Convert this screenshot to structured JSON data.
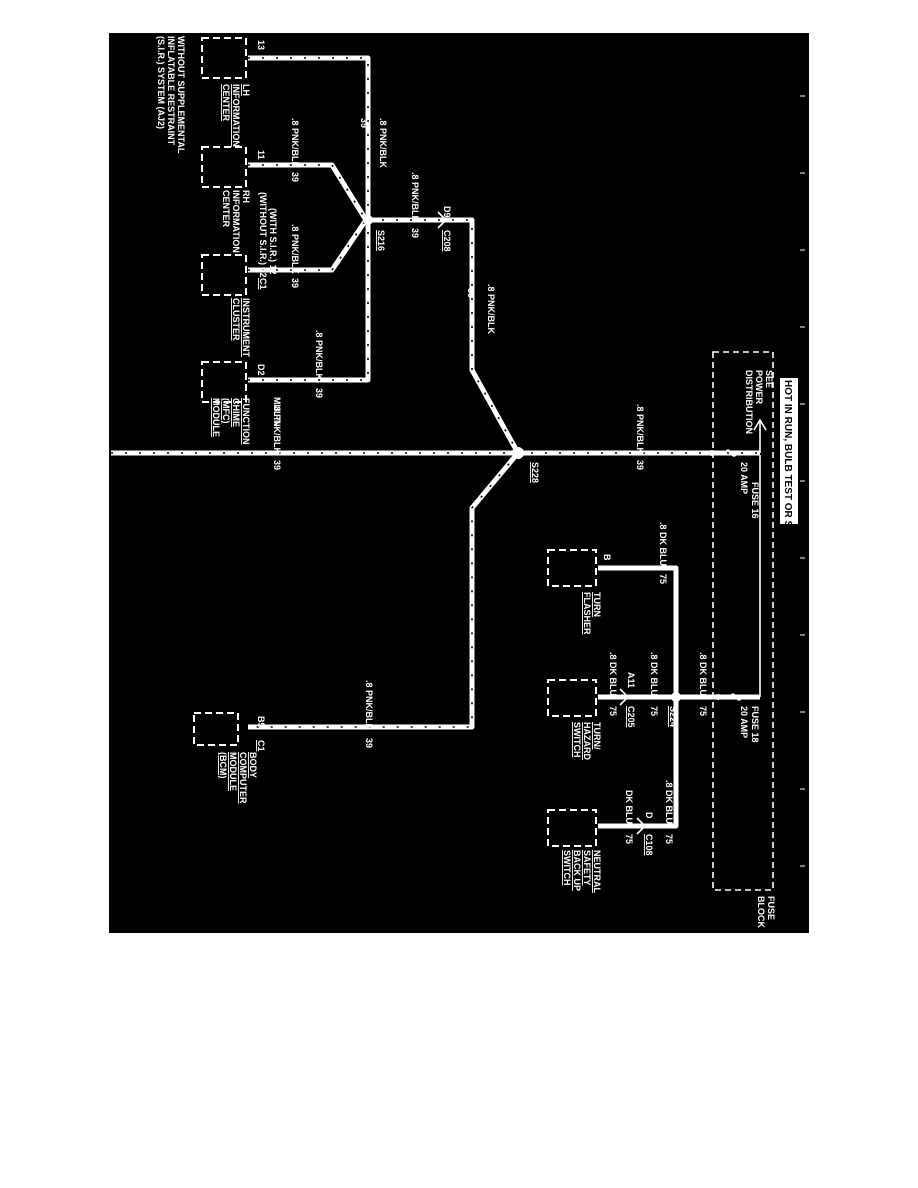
{
  "title_box": "HOT IN RUN, BULB TEST OR START",
  "note": [
    "WITHOUT SUPPLEMENTAL",
    "INFLATABLE RESTRAINT",
    "(S.I.R.) SYSTEM (AJ2)"
  ],
  "see_power": [
    "SEE",
    "POWER",
    "DISTRIBUTION"
  ],
  "fuse_block": [
    "FUSE",
    "BLOCK"
  ],
  "fuse16": {
    "name": "FUSE 16",
    "rating": "20 AMP"
  },
  "fuse18": {
    "name": "FUSE 18",
    "rating": "20 AMP"
  },
  "wire_pnk": ".8 PNK/BLK",
  "wire_pnk_circuit": "39",
  "wire_dkblu": ".8 DK BLU",
  "wire_dkblu_circuit": "75",
  "wire_dkblu_short": "DK BLU",
  "with_sir": "(WITH S.I.R.) 12",
  "without_sir": "(WITHOUT S.I.R.) 12",
  "splices": {
    "s216": "S216",
    "s228": "S228",
    "s224": "S224"
  },
  "connectors": {
    "c208": {
      "name": "C208",
      "pin": "D9"
    },
    "c205": {
      "name": "C205",
      "pin": "A11"
    },
    "c108": {
      "name": "C108",
      "pin": "D"
    }
  },
  "components": {
    "lh_info": {
      "pin": "13",
      "name": [
        "LH",
        "INFORMATION",
        "CENTER"
      ]
    },
    "rh_info": {
      "pin": "11",
      "name": [
        "RH",
        "INFORMATION",
        "CENTER"
      ]
    },
    "cluster": {
      "conn": "C1",
      "name": [
        "INSTRUMENT",
        "CLUSTER"
      ]
    },
    "mfc": {
      "pin": "D2",
      "name": [
        "MULTI-",
        "FUNCTION",
        "CHIME",
        "(MFC)",
        "MODULE"
      ]
    },
    "flasher": {
      "pin": "B",
      "name": [
        "TURN",
        "FLASHER"
      ]
    },
    "hazard": {
      "name": [
        "TURN/",
        "HAZARD",
        "SWITCH"
      ]
    },
    "neutral": {
      "name": [
        "NEUTRAL",
        "SAFETY",
        "BACK UP",
        "SWITCH"
      ]
    },
    "bcm": {
      "pin": "B5",
      "conn": "C1",
      "name": [
        "BODY",
        "COMPUTER",
        "MODULE",
        "(BCM)"
      ]
    }
  }
}
